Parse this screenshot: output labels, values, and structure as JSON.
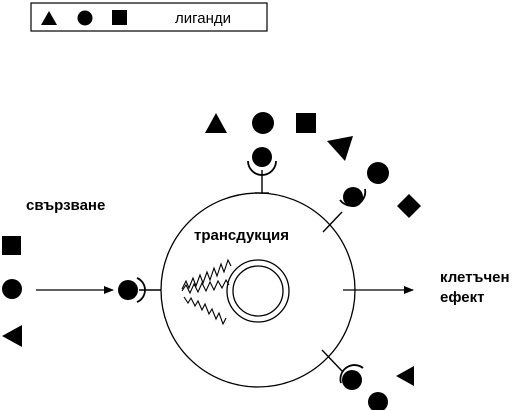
{
  "legend": {
    "label": "лиганди",
    "icons": [
      "triangle-icon",
      "circle-icon",
      "square-icon"
    ]
  },
  "labels": {
    "binding": "свързване",
    "transduction": "трансдукция",
    "effect_line1": "клетъчен",
    "effect_line2": "ефект"
  },
  "colors": {
    "ink": "#000000",
    "background": "#ffffff"
  }
}
